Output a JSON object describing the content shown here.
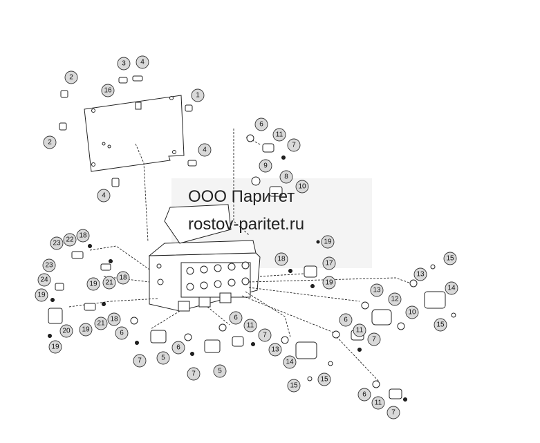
{
  "watermark": {
    "company": "ООО Паритет",
    "website": "rostov-paritet.ru"
  },
  "colors": {
    "line": "#222222",
    "callout_fill": "#d9d9d9",
    "background": "#ffffff"
  },
  "callouts": [
    "1",
    "2",
    "2",
    "3",
    "4",
    "4",
    "4",
    "16",
    "6",
    "11",
    "7",
    "9",
    "8",
    "10",
    "23",
    "22",
    "18",
    "23",
    "24",
    "19",
    "20",
    "19",
    "19",
    "21",
    "18",
    "21",
    "18",
    "19",
    "6",
    "7",
    "5",
    "6",
    "7",
    "5",
    "6",
    "11",
    "7",
    "13",
    "14",
    "15",
    "15",
    "6",
    "11",
    "7",
    "13",
    "12",
    "10",
    "13",
    "14",
    "15",
    "15",
    "18",
    "17",
    "19",
    "19",
    "6",
    "11",
    "7"
  ]
}
